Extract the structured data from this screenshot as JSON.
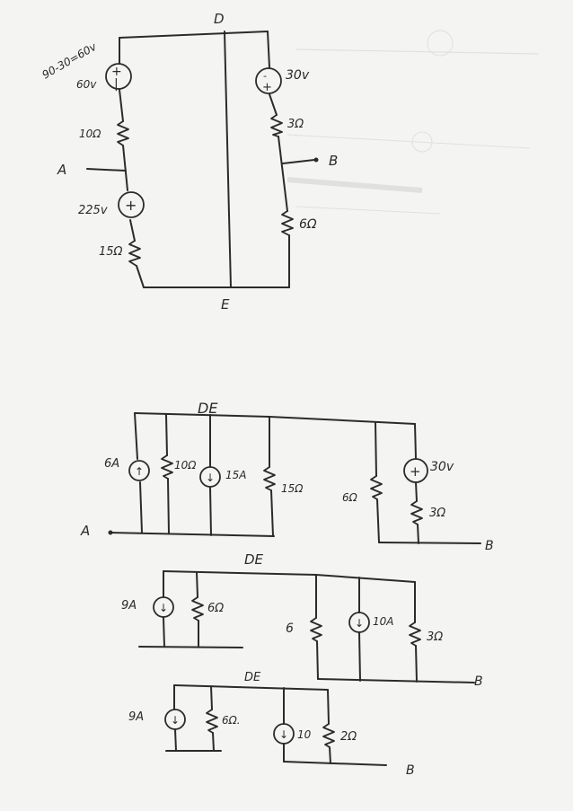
{
  "circuit1": {
    "source_top_note": "90-30=60v",
    "node_top": "D",
    "node_bottom": "E",
    "node_left": "A",
    "node_right": "B",
    "src1_value": "60v",
    "r1_value": "10Ω",
    "src2_value": "225v",
    "r2_value": "15Ω",
    "src3_value": "30v",
    "r3_value": "3Ω",
    "r4_value": "6Ω"
  },
  "circuit2": {
    "node_top": "DE",
    "node_left": "A",
    "node_right": "B",
    "cs1_value": "6A",
    "r1_value": "10Ω",
    "cs2_value": "15A",
    "r2_value": "15Ω",
    "r3_value": "6Ω",
    "src_value": "30v",
    "r4_value": "3Ω"
  },
  "circuit3": {
    "node_top": "DE",
    "node_right": "B",
    "cs1_value": "9A",
    "r1_value": "6Ω",
    "r2_value": "6",
    "cs2_value": "10A",
    "r3_value": "3Ω"
  },
  "circuit4": {
    "node_top": "DE",
    "node_right": "B",
    "cs1_value": "9A",
    "r1_value": "6Ω.",
    "cs2_value": "10",
    "r2_value": "2Ω"
  }
}
